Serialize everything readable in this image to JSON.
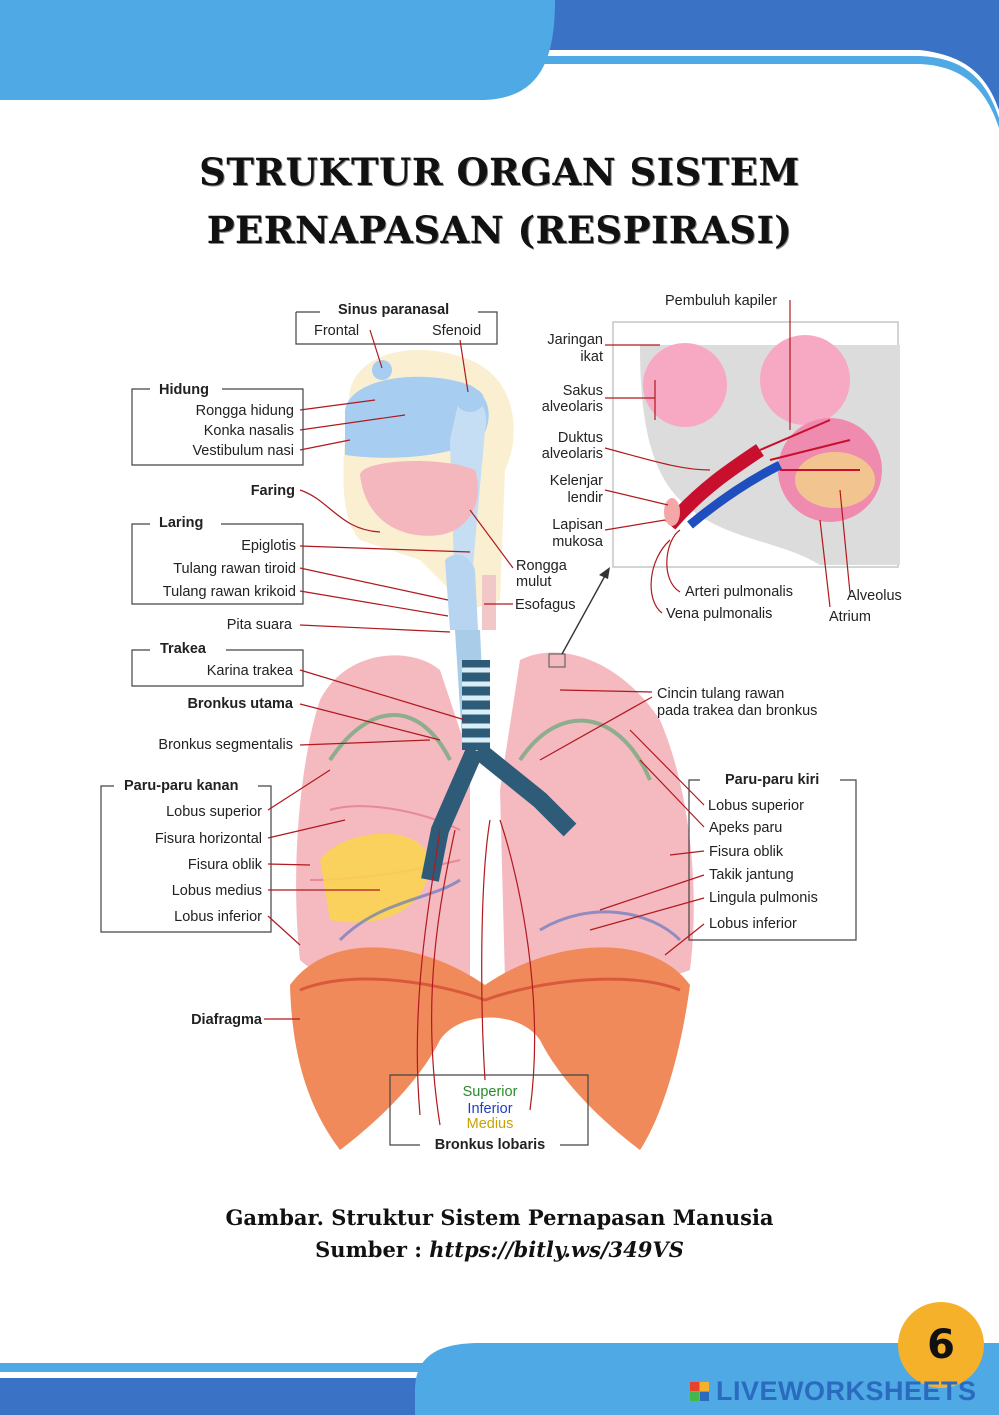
{
  "title": {
    "line1": "STRUKTUR ORGAN SISTEM",
    "line2": "PERNAPASAN (RESPIRASI)"
  },
  "diagram": {
    "sinus": {
      "heading": "Sinus paranasal",
      "frontal": "Frontal",
      "sfenoid": "Sfenoid"
    },
    "hidung": {
      "heading": "Hidung",
      "items": [
        "Rongga hidung",
        "Konka nasalis",
        "Vestibulum nasi"
      ]
    },
    "faring": "Faring",
    "laring": {
      "heading": "Laring",
      "items": [
        "Epiglotis",
        "Tulang rawan tiroid",
        "Tulang rawan krikoid"
      ]
    },
    "pita_suara": "Pita suara",
    "trakea": {
      "heading": "Trakea",
      "items": [
        "Karina trakea"
      ]
    },
    "bronkus_utama": "Bronkus utama",
    "bronkus_segmentalis": "Bronkus segmentalis",
    "paru_kanan": {
      "heading": "Paru-paru kanan",
      "items": [
        "Lobus superior",
        "Fisura horizontal",
        "Fisura oblik",
        "Lobus medius",
        "Lobus inferior"
      ]
    },
    "diafragma": "Diafragma",
    "rongga_mulut": [
      "Rongga",
      "mulut"
    ],
    "esofagus": "Esofagus",
    "cincin": [
      "Cincin tulang rawan",
      "pada trakea dan bronkus"
    ],
    "paru_kiri": {
      "heading": "Paru-paru kiri",
      "items": [
        "Lobus superior",
        "Apeks paru",
        "Fisura oblik",
        "Takik jantung",
        "Lingula pulmonis",
        "Lobus inferior"
      ]
    },
    "bronkus_lobaris": {
      "heading": "Bronkus lobaris",
      "superior": "Superior",
      "inferior": "Inferior",
      "medius": "Medius"
    },
    "alveoli": {
      "pembuluh_kapiler": "Pembuluh kapiler",
      "jaringan_ikat": [
        "Jaringan",
        "ikat"
      ],
      "sakus_alveolaris": [
        "Sakus",
        "alveolaris"
      ],
      "duktus_alveolaris": [
        "Duktus",
        "alveolaris"
      ],
      "kelenjar_lendir": [
        "Kelenjar",
        "lendir"
      ],
      "lapisan_mukosa": [
        "Lapisan",
        "mukosa"
      ],
      "arteri_pulmonalis": "Arteri pulmonalis",
      "vena_pulmonalis": "Vena pulmonalis",
      "alveolus": "Alveolus",
      "atrium": "Atrium"
    }
  },
  "caption": {
    "line1": "Gambar. Struktur Sistem Pernapasan Manusia",
    "line2_prefix": "Sumber : ",
    "line2_link": "https://bitly.ws/349VS"
  },
  "page_number": "6",
  "brand": "LIVEWORKSHEETS",
  "colors": {
    "banner_light": "#4fa9e4",
    "banner_dark": "#3a72c5",
    "badge": "#f6b12b",
    "leader_line": "#b0191e",
    "superior": "#2a8a2a",
    "inferior": "#1f3fbf",
    "medius": "#c9a300"
  }
}
